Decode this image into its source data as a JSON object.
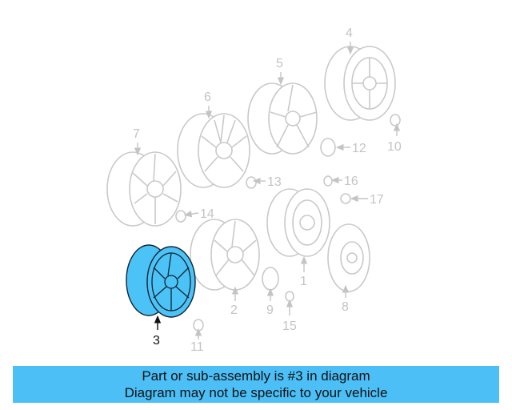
{
  "callouts": {
    "c1": "1",
    "c2": "2",
    "c3": "3",
    "c4": "4",
    "c5": "5",
    "c6": "6",
    "c7": "7",
    "c8": "8",
    "c9": "9",
    "c10": "10",
    "c11": "11",
    "c12": "12",
    "c13": "13",
    "c14": "14",
    "c15": "15",
    "c16": "16",
    "c17": "17"
  },
  "highlighted_part": "3",
  "colors": {
    "highlight": "#4cc3f6",
    "banner": "#4cbff6",
    "faded": "#c9c9c9"
  },
  "banner": {
    "line1": "Part or sub-assembly is #3 in diagram",
    "line2": "Diagram may not be specific to your vehicle"
  }
}
